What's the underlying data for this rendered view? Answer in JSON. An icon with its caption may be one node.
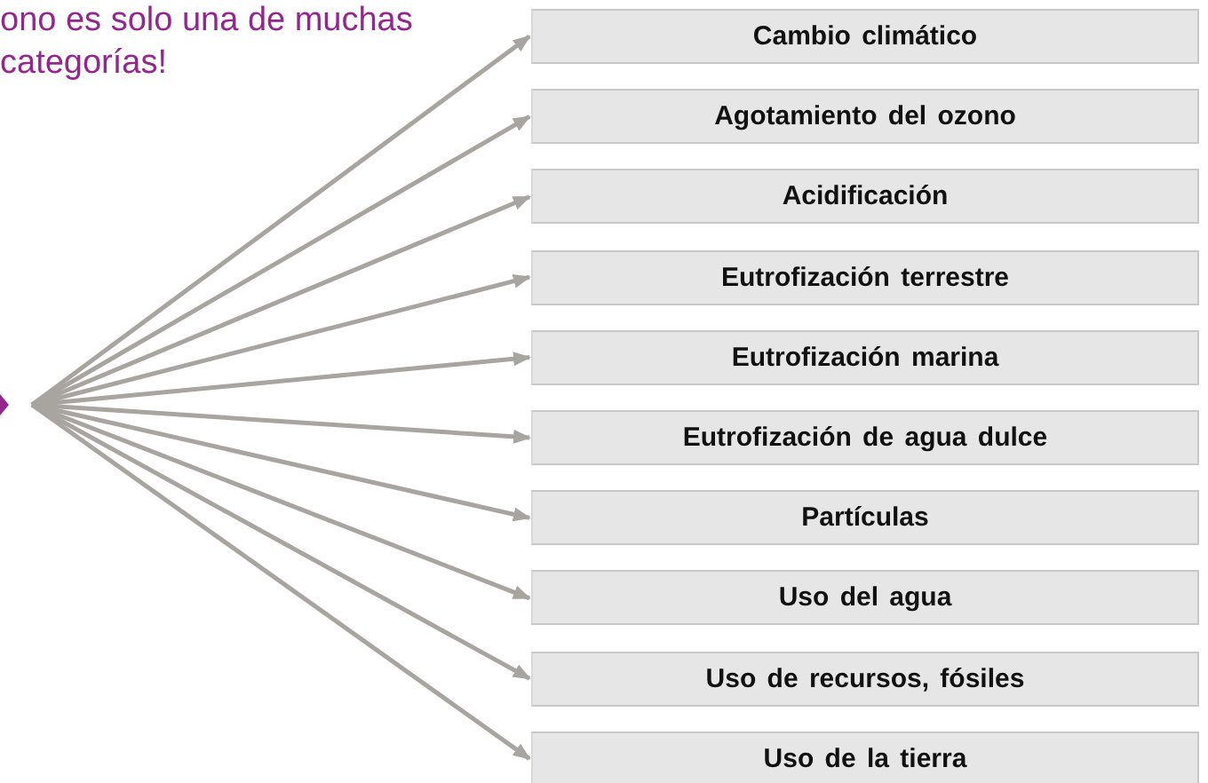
{
  "diagram": {
    "nodes": [
      {
        "text": [
          "Cambio climático"
        ]
      },
      {
        "text": [
          "Agotamiento del ozono"
        ]
      },
      {
        "text": [
          "Acidificación"
        ]
      },
      {
        "text": [
          "Eutrofización terrestre"
        ]
      },
      {
        "text": [
          "Eutrofización marina"
        ]
      },
      {
        "text": [
          "Eutrofización de agua dulce"
        ]
      },
      {
        "text": [
          "Partículas"
        ]
      },
      {
        "text": [
          "Uso del agua"
        ]
      },
      {
        "text": [
          "Uso de recursos, fósiles"
        ]
      },
      {
        "text": [
          "Uso de la tierra"
        ]
      }
    ],
    "edges": [
      {
        "from": null,
        "to": 0,
        "arrow": "to"
      },
      {
        "from": null,
        "to": 1,
        "arrow": "to"
      },
      {
        "from": null,
        "to": 2,
        "arrow": "to"
      },
      {
        "from": null,
        "to": 3,
        "arrow": "to"
      },
      {
        "from": null,
        "to": 4,
        "arrow": "to"
      },
      {
        "from": null,
        "to": 5,
        "arrow": "to"
      },
      {
        "from": null,
        "to": 6,
        "arrow": "to"
      },
      {
        "from": null,
        "to": 7,
        "arrow": "to"
      },
      {
        "from": null,
        "to": 8,
        "arrow": "to"
      },
      {
        "from": null,
        "to": 9,
        "arrow": "to"
      }
    ],
    "labels": [
      "ono es solo una de muchas categorías!"
    ]
  }
}
